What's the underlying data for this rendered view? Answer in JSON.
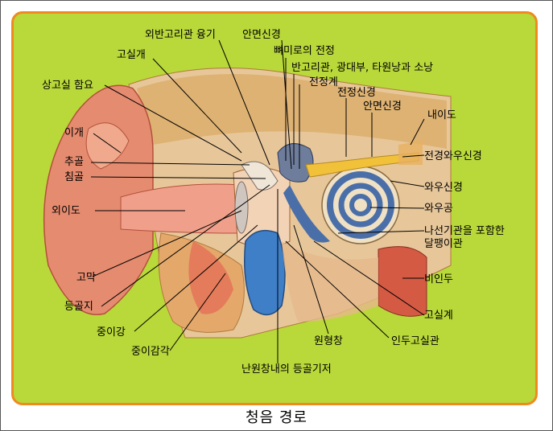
{
  "colors": {
    "background": "#b9d83a",
    "border": "#f08a1e",
    "tissue_skin": "#e5806a",
    "bone": "#e9c36a",
    "nerve": "#f2c13a",
    "cochlea": "#4a6fa8",
    "eustachian": "#3f7fc8"
  },
  "labels": {
    "l01": "외반고리관 융기",
    "l02": "안면신경",
    "l03": "뼈미로의 전정",
    "l04": "고실개",
    "l05": "반고리관, 광대부, 타원낭과 소낭",
    "l06": "전정계",
    "l07": "상고실 함요",
    "l08": "전정신경",
    "l09": "안면신경",
    "l10": "내이도",
    "l11": "이개",
    "l12": "전경와우신경",
    "l13": "추골",
    "l14": "침골",
    "l15": "와우신경",
    "l16": "외이도",
    "l17": "와우공",
    "l18": "나선기관을 포함한",
    "l19": "달팽이관",
    "l20": "고막",
    "l21": "비인두",
    "l22": "등골지",
    "l23": "고실계",
    "l24": "중이강",
    "l25": "원형창",
    "l26": "인두고실관",
    "l27": "중이감각",
    "l28": "난원창내의 등골기저"
  },
  "caption": "청음 경로"
}
